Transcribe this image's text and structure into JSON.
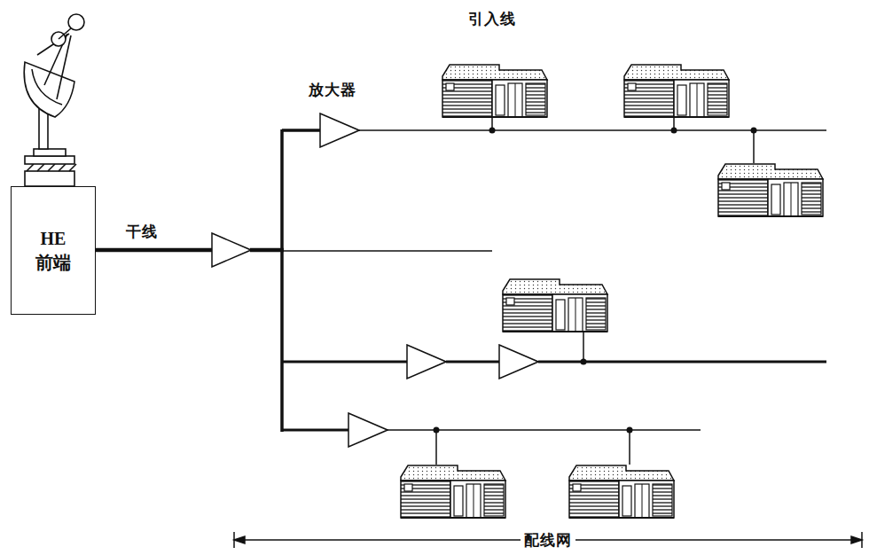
{
  "diagram": {
    "nodes": [
      {
        "text": [
          "HE 前端"
        ]
      }
    ],
    "labels": [
      "引入线",
      "放大器",
      "干线",
      "配线网"
    ]
  }
}
